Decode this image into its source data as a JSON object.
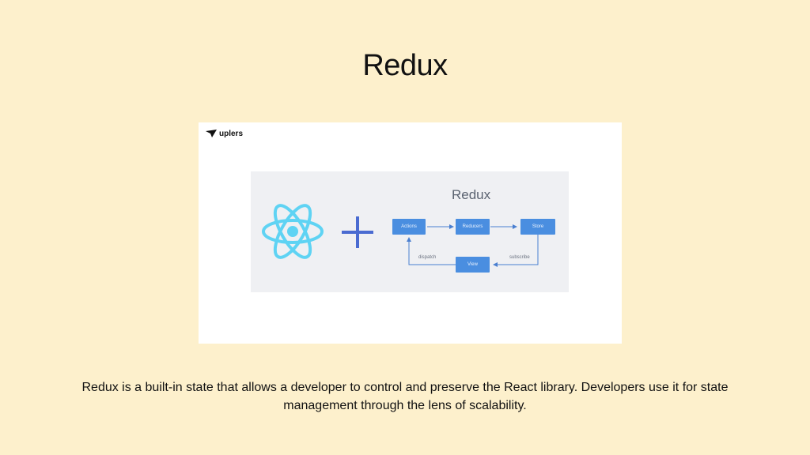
{
  "slide": {
    "title": "Redux",
    "caption": "Redux is a built-in state that allows a developer to control and preserve the React library. Developers use it for state management through the lens of scalability."
  },
  "figure": {
    "logo": {
      "text": "uplers",
      "icon": "uplers-logo-icon"
    },
    "diagram": {
      "title": "Redux",
      "react_icon": "react-atom-icon",
      "plus_icon": "plus-icon",
      "nodes": {
        "actions": "Actions",
        "reducers": "Reducers",
        "store": "Store",
        "view": "View"
      },
      "edge_labels": {
        "dispatch": "dispatch",
        "subscribe": "subscribe"
      },
      "colors": {
        "node": "#4a8ee0",
        "react": "#5fd3f3",
        "plus": "#4a6bd1",
        "arrow": "#4a7fd0"
      }
    }
  }
}
